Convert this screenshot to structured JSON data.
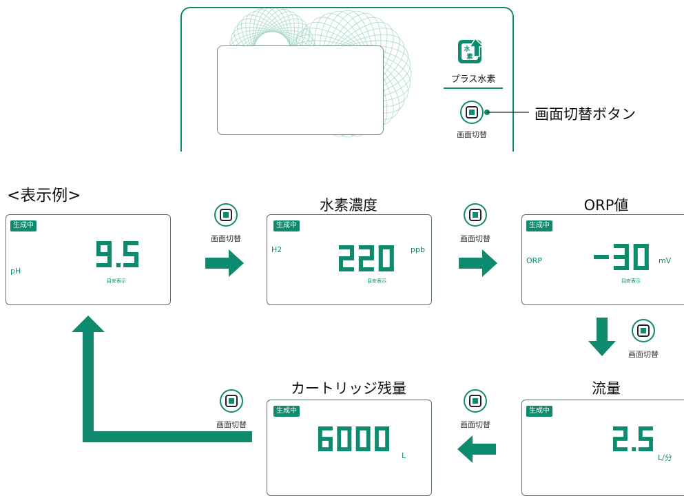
{
  "device": {
    "brand_text": "プラス水素",
    "logo_chars": "水素",
    "button_caption": "画面切替",
    "callout": "画面切替ボタン"
  },
  "example_title": "<表示例>",
  "switch_caption": "画面切替",
  "screens": {
    "ph": {
      "heading": "",
      "badge": "生成中",
      "label": "pH",
      "value": "9.5",
      "unit": "",
      "note": "目安表示"
    },
    "hydrogen": {
      "heading": "水素濃度",
      "badge": "生成中",
      "label": "H2",
      "value": "220",
      "unit": "ppb",
      "note": "目安表示"
    },
    "orp": {
      "heading": "ORP値",
      "badge": "生成中",
      "label": "ORP",
      "value": "-30",
      "unit": "mV",
      "note": "目安表示"
    },
    "flow": {
      "heading": "流量",
      "badge": "生成中",
      "label": "",
      "value": "2.5",
      "unit": "L/分",
      "note": ""
    },
    "cartridge": {
      "heading": "カートリッジ残量",
      "badge": "生成中",
      "label": "",
      "value": "6000",
      "unit": "L",
      "note": ""
    }
  },
  "colors": {
    "accent": "#0e8a6e",
    "lcd_border": "#5a6e68",
    "pattern": "#a9d8cb"
  }
}
